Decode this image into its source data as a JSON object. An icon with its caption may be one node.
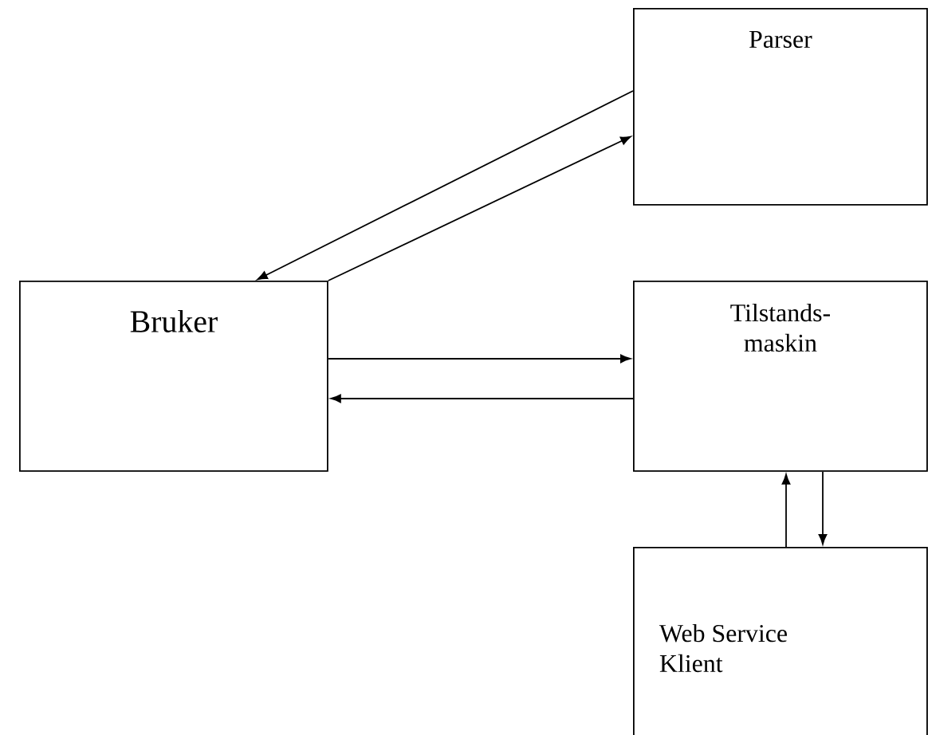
{
  "diagram": {
    "nodes": [
      {
        "text": [
          "Parser"
        ]
      },
      {
        "text": [
          "Bruker"
        ]
      },
      {
        "text": [
          "Tilstands- maskin"
        ]
      },
      {
        "text": [
          "Web Service Klient"
        ]
      }
    ],
    "edges": [
      {
        "from": 0,
        "to": 1,
        "arrow": "to"
      },
      {
        "from": 1,
        "to": 0,
        "arrow": "to"
      },
      {
        "from": 1,
        "to": 2,
        "arrow": "to"
      },
      {
        "from": 2,
        "to": 1,
        "arrow": "to"
      },
      {
        "from": 3,
        "to": 2,
        "arrow": "to"
      },
      {
        "from": 2,
        "to": 3,
        "arrow": "to"
      }
    ]
  }
}
